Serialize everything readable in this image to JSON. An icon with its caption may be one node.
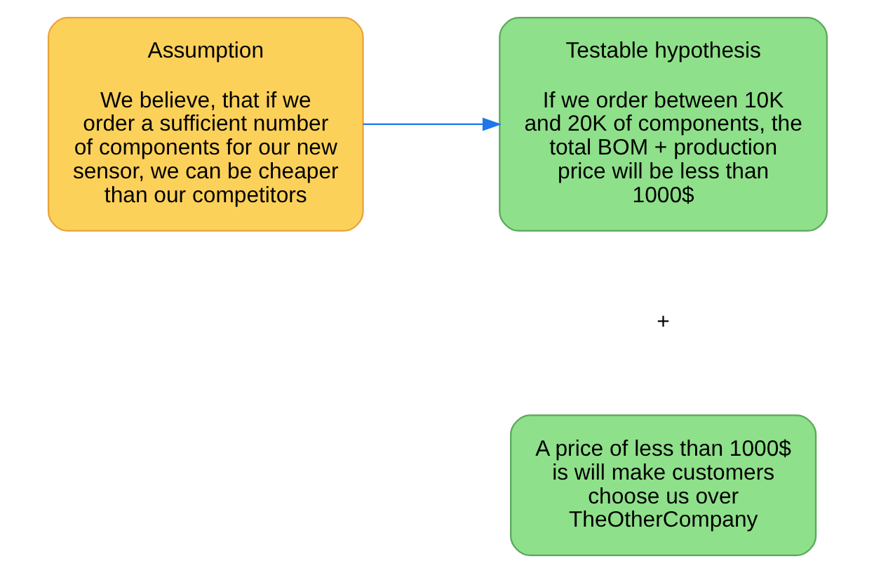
{
  "diagram": {
    "nodes": [
      {
        "text": [
          "Assumption",
          "We believe, that if we order a sufficient number of components for our new sensor, we can be cheaper than our competitors"
        ]
      },
      {
        "text": [
          "Testable hypothesis",
          "If we order between 10K and 20K of components, the total BOM + production price will be less than 1000$"
        ]
      },
      {
        "text": [
          "A price of less than 1000$ is will make customers choose us over TheOtherCompany"
        ]
      }
    ],
    "edges": [
      {
        "from": 0,
        "to": 1,
        "arrow": "to",
        "color": "#1f78e8"
      }
    ],
    "labels": [
      "+"
    ]
  }
}
